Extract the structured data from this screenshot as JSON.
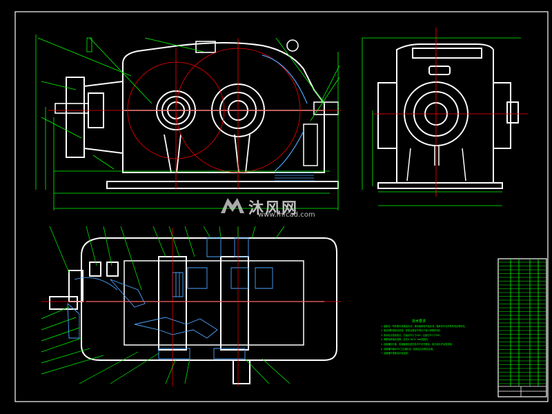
{
  "watermark": {
    "brand": "沐风网",
    "url": "www.mfcad.com"
  },
  "notes": {
    "title": "技术要求",
    "lines": [
      "1.装配前，所有零件用煤油清洗，滚动轴承用汽油清洗，箱体内不允许有任何杂物存在。",
      "2.啮合侧隙用铅丝检验，其铅丝直径不得大于最小侧隙的4倍。",
      "3.用涂色法检验斑点，沿齿高不小于40%，沿齿长不小于50%。",
      "4.调整轴承轴向游隙，应在0.05~0.1mm范围内。",
      "5.减速器剖分面、各接触面及密封处均不允许漏油，剖分面允许涂密封胶。",
      "6.减速器内装N220工业齿轮油，油量应达到规定高度。",
      "7.减速器外表面涂灰色油漆。"
    ]
  },
  "colors": {
    "background": "#000000",
    "outline": "#ffffff",
    "dimension": "#00ff00",
    "centerline": "#ff0000",
    "hatch": "#4da6ff",
    "accent": "#ffff00"
  }
}
